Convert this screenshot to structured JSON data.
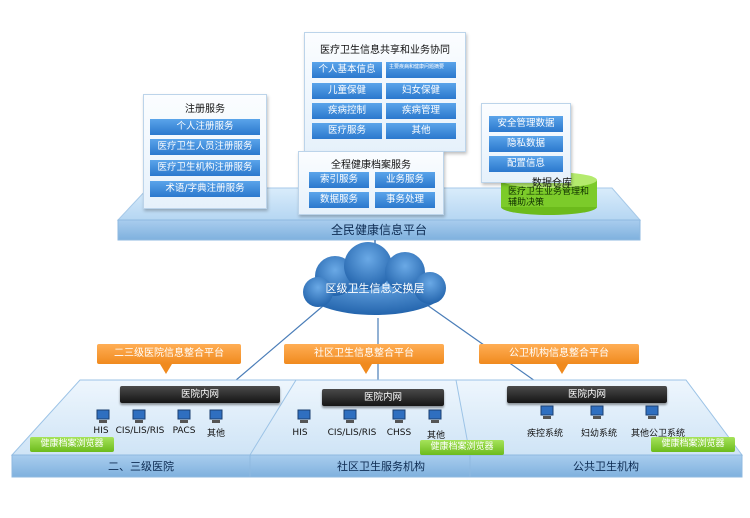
{
  "platform": {
    "title": "全民健康信息平台",
    "registration": {
      "title": "注册服务",
      "items": [
        "个人注册服务",
        "医疗卫生人员注册服务",
        "医疗卫生机构注册服务",
        "术语/字典注册服务"
      ]
    },
    "collaboration": {
      "title": "医疗卫生信息共享和业务协同",
      "items": [
        "个人基本信息",
        "主要疾病和健康问题摘要",
        "儿童保健",
        "妇女保健",
        "疾病控制",
        "疾病管理",
        "医疗服务",
        "其他"
      ]
    },
    "ehr": {
      "title": "全程健康档案服务",
      "items": [
        "索引服务",
        "业务服务",
        "数据服务",
        "事务处理"
      ]
    },
    "security": {
      "items": [
        "安全管理数据",
        "隐私数据",
        "配置信息"
      ]
    },
    "warehouse": {
      "title": "数据仓库",
      "db_label": "医疗卫生业务管理和辅助决策"
    }
  },
  "exchange_layer": "区级卫生信息交换层",
  "integration_platforms": [
    "二三级医院信息整合平台",
    "社区卫生信息整合平台",
    "公卫机构信息整合平台"
  ],
  "sites": [
    {
      "name": "二、三级医院",
      "intranet": "医院内网",
      "browser": "健康档案浏览器",
      "systems": [
        "HIS",
        "CIS/LIS/RIS",
        "PACS",
        "其他"
      ]
    },
    {
      "name": "社区卫生服务机构",
      "intranet": "医院内网",
      "browser": "健康档案浏览器",
      "systems": [
        "HIS",
        "CIS/LIS/RIS",
        "CHSS",
        "其他"
      ]
    },
    {
      "name": "公共卫生机构",
      "intranet": "医院内网",
      "browser": "健康档案浏览器",
      "systems": [
        "疾控系统",
        "妇幼系统",
        "其他公卫系统"
      ]
    }
  ],
  "colors": {
    "button_blue": "#2b78cd",
    "accent_orange": "#f08a1e",
    "accent_green": "#6cbb1c",
    "cloud": "#2a6fb8"
  }
}
